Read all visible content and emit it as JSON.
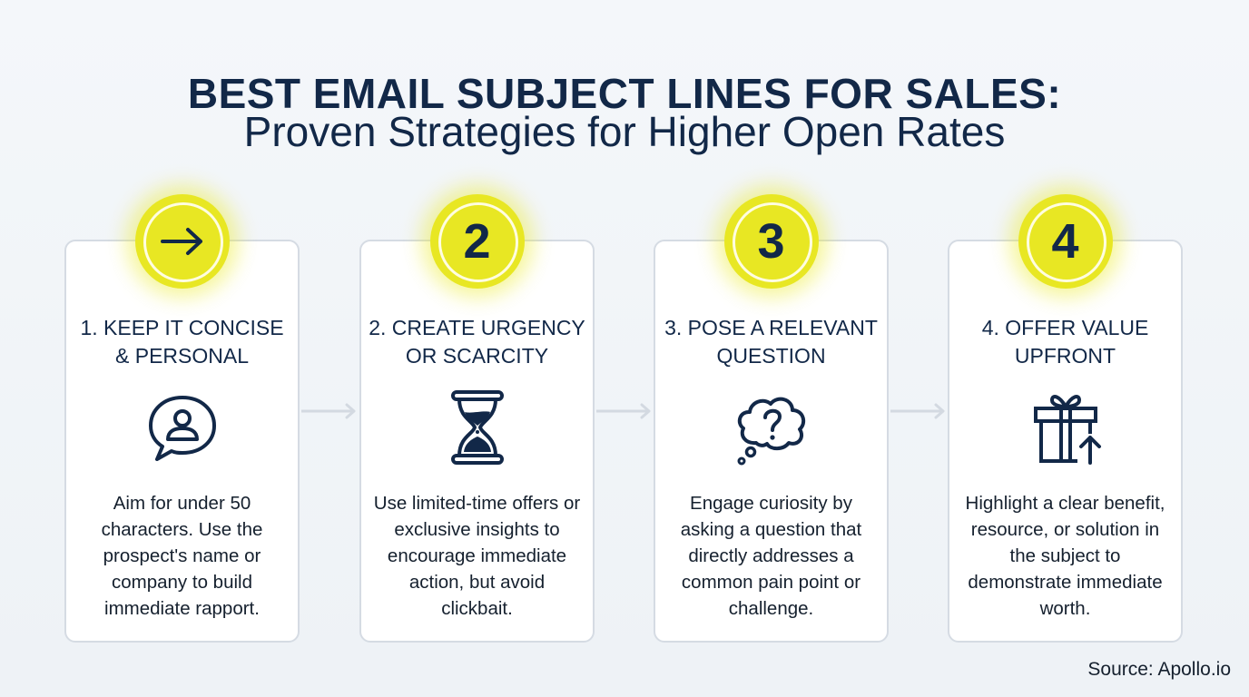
{
  "header": {
    "title": "BEST EMAIL SUBJECT LINES FOR SALES:",
    "subtitle": "Proven Strategies for Higher Open Rates"
  },
  "colors": {
    "accent_yellow": "#e8e723",
    "navy": "#122848",
    "card_border": "#d5dbe3",
    "background": "#f1f4f8"
  },
  "steps": [
    {
      "badge": "→",
      "badge_icon": "arrow-right-icon",
      "title": "1. KEEP IT CONCISE & PERSONAL",
      "title_line1": "1. KEEP IT CONCISE",
      "title_line2": "& PERSONAL",
      "icon": "speech-bubble-user-icon",
      "body": "Aim for under 50 characters. Use the prospect's name or company to build immediate rapport."
    },
    {
      "badge": "2",
      "title": "2. CREATE URGENCY OR SCARCITY",
      "title_line1": "2. CREATE URGENCY",
      "title_line2": "OR SCARCITY",
      "icon": "hourglass-icon",
      "body": "Use limited-time offers or exclusive insights to encourage immediate action, but avoid clickbait."
    },
    {
      "badge": "3",
      "title": "3. POSE A RELEVANT QUESTION",
      "title_line1": "3. POSE A RELEVANT",
      "title_line2": "QUESTION",
      "icon": "thought-bubble-question-icon",
      "body": "Engage curiosity by asking a question that directly addresses a common pain point or challenge."
    },
    {
      "badge": "4",
      "title": "4. OFFER VALUE UPFRONT",
      "title_line1": "4. OFFER VALUE",
      "title_line2": "UPFRONT",
      "icon": "gift-arrow-up-icon",
      "body": "Highlight a clear benefit, resource, or solution in the subject to demonstrate immediate worth."
    }
  ],
  "footer": {
    "source": "Source: Apollo.io"
  }
}
